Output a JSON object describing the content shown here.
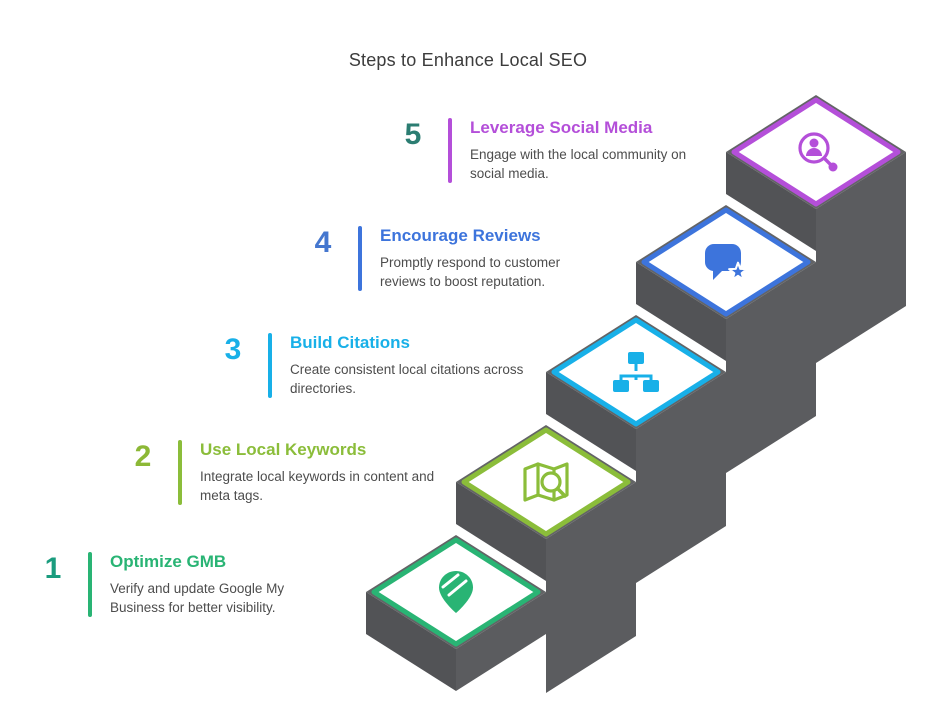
{
  "title": "Steps to Enhance Local SEO",
  "steps": [
    {
      "number": "1",
      "title": "Optimize GMB",
      "description": "Verify and update Google My Business for better visibility.",
      "color": "#29b474",
      "number_color": "#1a9c7e",
      "icon": "map-pin-icon"
    },
    {
      "number": "2",
      "title": "Use Local Keywords",
      "description": "Integrate local keywords in content and meta tags.",
      "color": "#8bbd3a",
      "number_color": "#8cb836",
      "icon": "map-search-icon"
    },
    {
      "number": "3",
      "title": "Build Citations",
      "description": "Create consistent local citations across directories.",
      "color": "#18b0e8",
      "number_color": "#18b0e8",
      "icon": "sitemap-icon"
    },
    {
      "number": "4",
      "title": "Encourage Reviews",
      "description": "Promptly respond to customer reviews to boost reputation.",
      "color": "#3d74dc",
      "number_color": "#4577cf",
      "icon": "chat-star-icon"
    },
    {
      "number": "5",
      "title": "Leverage Social Media",
      "description": "Engage with the local community on social media.",
      "color": "#b44fd9",
      "number_color": "#2b7d72",
      "icon": "user-search-icon"
    }
  ],
  "colors": {
    "background": "#ffffff",
    "title_text": "#3c3c3c",
    "description_text": "#4d4d4d",
    "stair_gray_top": "#636466",
    "stair_gray_front": "#525356",
    "stair_gray_side": "#5b5c5f",
    "tile_fill": "#ffffff"
  }
}
